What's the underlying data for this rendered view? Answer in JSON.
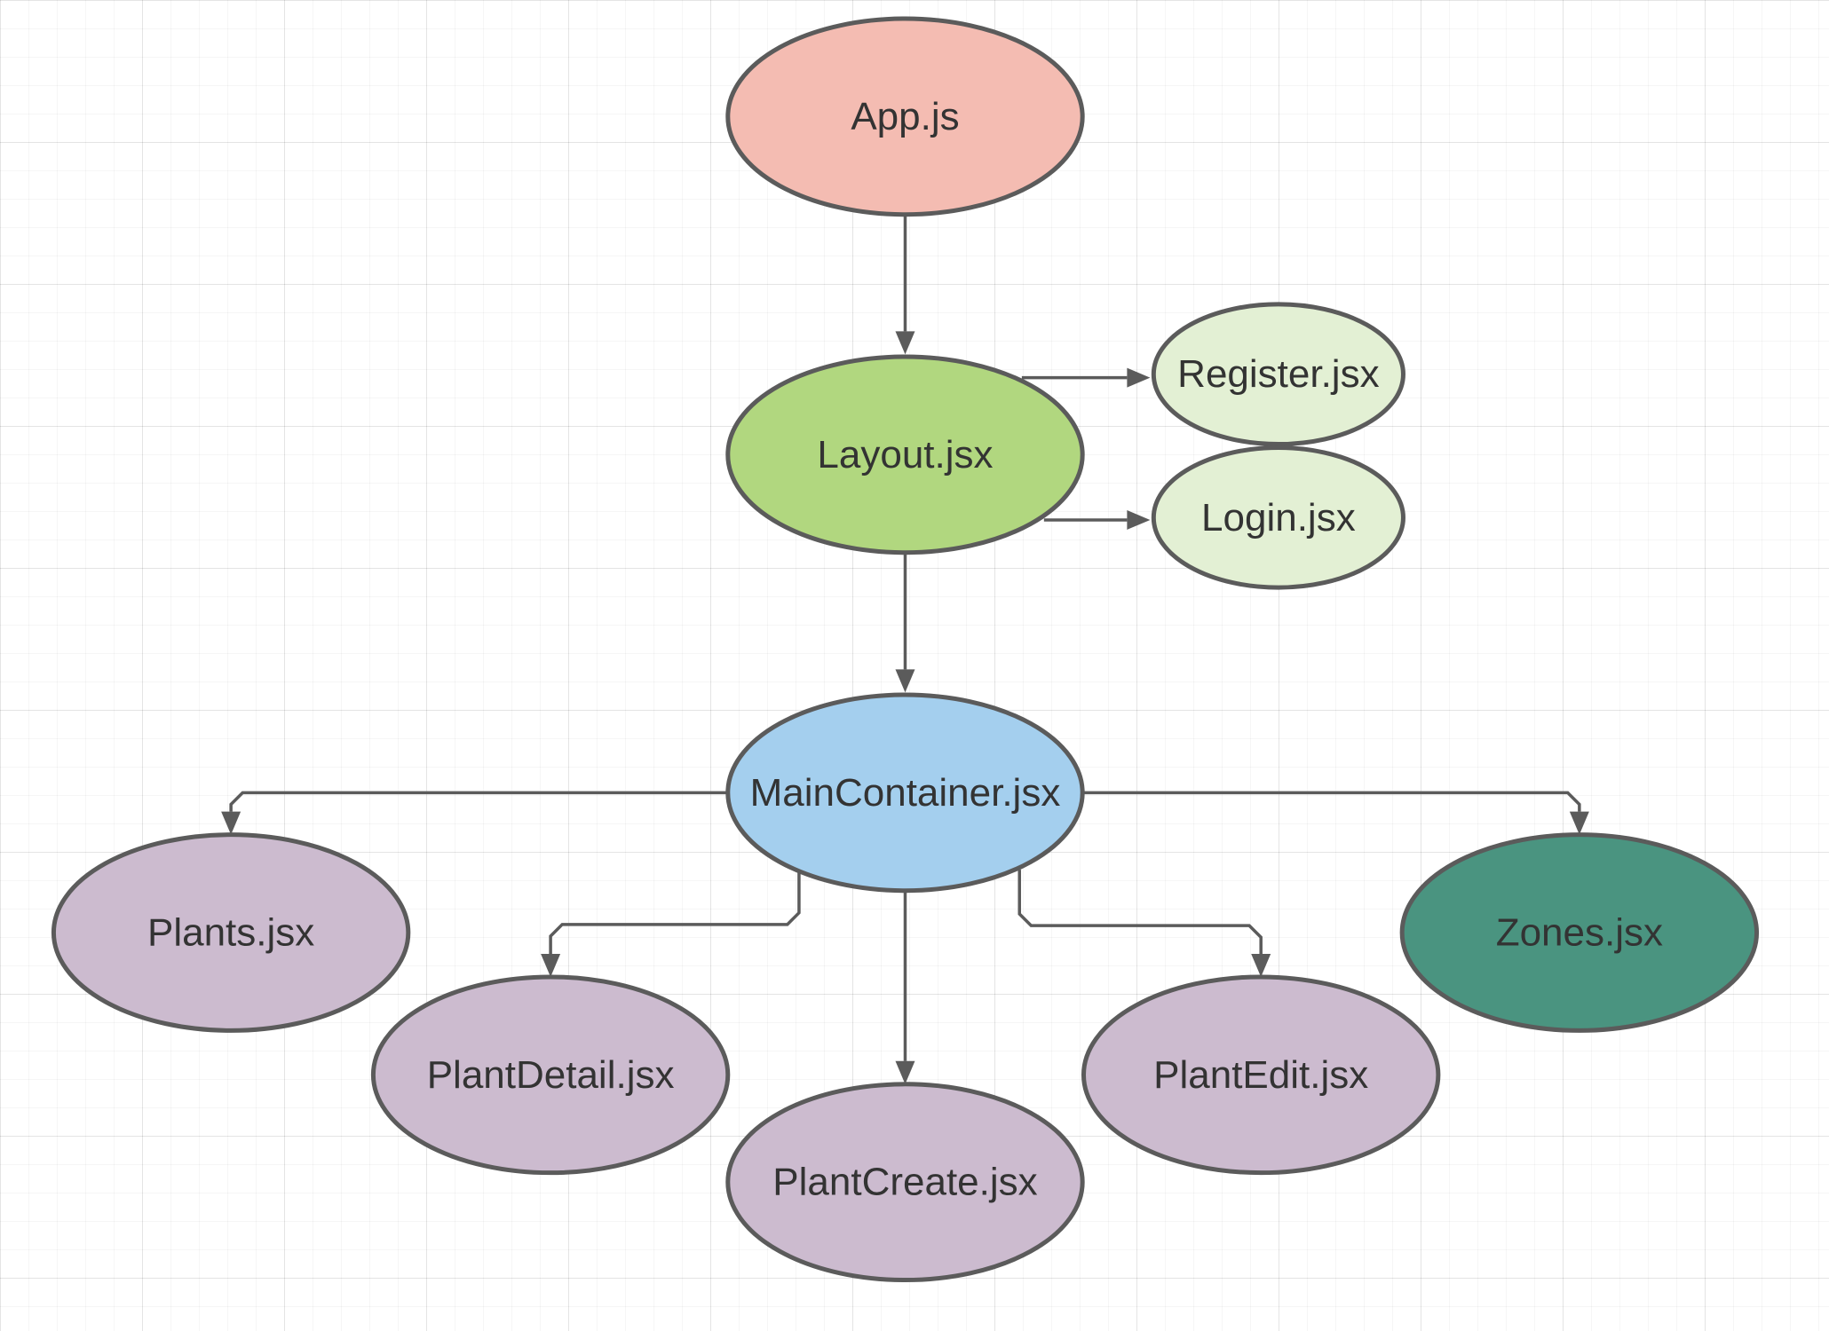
{
  "diagram": {
    "colors": {
      "stroke": "#5b5b5b",
      "grid": "#e6e6e6",
      "text": "#333333"
    },
    "nodes": [
      {
        "id": "app",
        "label": "App.js",
        "fill": "#f4bcb2"
      },
      {
        "id": "layout",
        "label": "Layout.jsx",
        "fill": "#b1d77f"
      },
      {
        "id": "register",
        "label": "Register.jsx",
        "fill": "#e3f0d4"
      },
      {
        "id": "login",
        "label": "Login.jsx",
        "fill": "#e3f0d4"
      },
      {
        "id": "maincontainer",
        "label": "MainContainer.jsx",
        "fill": "#a4cfee"
      },
      {
        "id": "plants",
        "label": "Plants.jsx",
        "fill": "#ccbbcf"
      },
      {
        "id": "plantdetail",
        "label": "PlantDetail.jsx",
        "fill": "#ccbbcf"
      },
      {
        "id": "plantcreate",
        "label": "PlantCreate.jsx",
        "fill": "#ccbbcf"
      },
      {
        "id": "plantedit",
        "label": "PlantEdit.jsx",
        "fill": "#ccbbcf"
      },
      {
        "id": "zones",
        "label": "Zones.jsx",
        "fill": "#4a9480"
      }
    ],
    "edges": [
      {
        "from": "app",
        "to": "layout"
      },
      {
        "from": "layout",
        "to": "register"
      },
      {
        "from": "layout",
        "to": "login"
      },
      {
        "from": "layout",
        "to": "maincontainer"
      },
      {
        "from": "maincontainer",
        "to": "plants"
      },
      {
        "from": "maincontainer",
        "to": "plantdetail"
      },
      {
        "from": "maincontainer",
        "to": "plantcreate"
      },
      {
        "from": "maincontainer",
        "to": "plantedit"
      },
      {
        "from": "maincontainer",
        "to": "zones"
      }
    ]
  }
}
